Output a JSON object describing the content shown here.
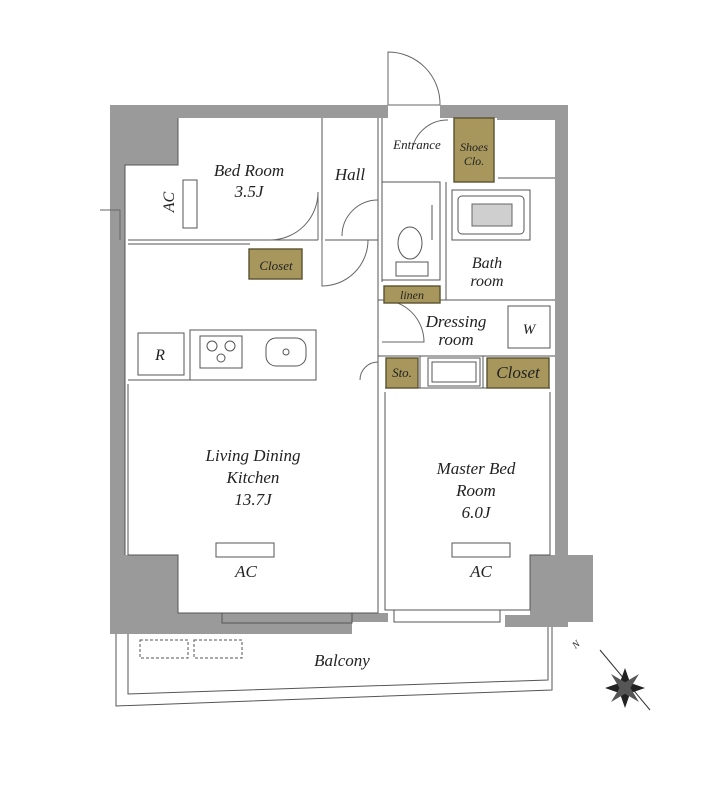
{
  "rooms": {
    "bed_room": {
      "name": "Bed Room",
      "size": "3.5J"
    },
    "hall": "Hall",
    "entrance": "Entrance",
    "shoes_closet": {
      "line1": "Shoes",
      "line2": "Clo."
    },
    "bath": {
      "line1": "Bath",
      "line2": "room"
    },
    "linen": "linen",
    "dressing": {
      "line1": "Dressing",
      "line2": "room"
    },
    "washer": "W",
    "storage": "Sto.",
    "closet_small": "Closet",
    "closet_master": "Closet",
    "refrigerator": "R",
    "ac_bed": "AC",
    "ldk": {
      "line1": "Living Dining",
      "line2": "Kitchen",
      "size": "13.7J"
    },
    "ac_ldk": "AC",
    "master": {
      "line1": "Master Bed",
      "line2": "Room",
      "size": "6.0J"
    },
    "ac_master": "AC",
    "balcony": "Balcony",
    "north": "N"
  },
  "colors": {
    "wall": "#9a9a9a",
    "storage_fill": "#a7975c"
  }
}
